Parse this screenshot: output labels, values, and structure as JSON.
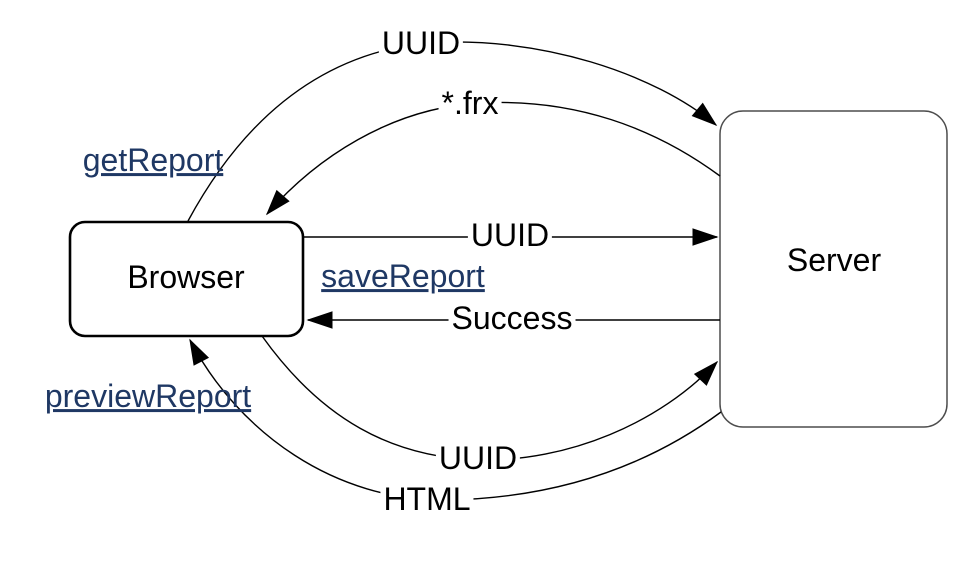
{
  "diagram": {
    "background": "#ffffff",
    "colors": {
      "link": "#1f3864",
      "edge": "#000000",
      "node_border": "#000000",
      "node_fill": "#ffffff",
      "text": "#000000"
    },
    "nodes": [
      {
        "id": "browser",
        "label": "Browser"
      },
      {
        "id": "server",
        "label": "Server"
      }
    ],
    "operations": [
      {
        "id": "getReport",
        "label": "getReport"
      },
      {
        "id": "saveReport",
        "label": "saveReport"
      },
      {
        "id": "previewReport",
        "label": "previewReport"
      }
    ],
    "edges": [
      {
        "label": "UUID",
        "from": "browser",
        "to": "server",
        "position": "top"
      },
      {
        "label": "*.frx",
        "from": "server",
        "to": "browser",
        "position": "upper"
      },
      {
        "label": "UUID",
        "from": "browser",
        "to": "server",
        "position": "middle"
      },
      {
        "label": "Success",
        "from": "server",
        "to": "browser",
        "position": "lower-middle"
      },
      {
        "label": "UUID",
        "from": "browser",
        "to": "server",
        "position": "bottom"
      },
      {
        "label": "HTML",
        "from": "server",
        "to": "browser",
        "position": "bottom"
      }
    ]
  }
}
